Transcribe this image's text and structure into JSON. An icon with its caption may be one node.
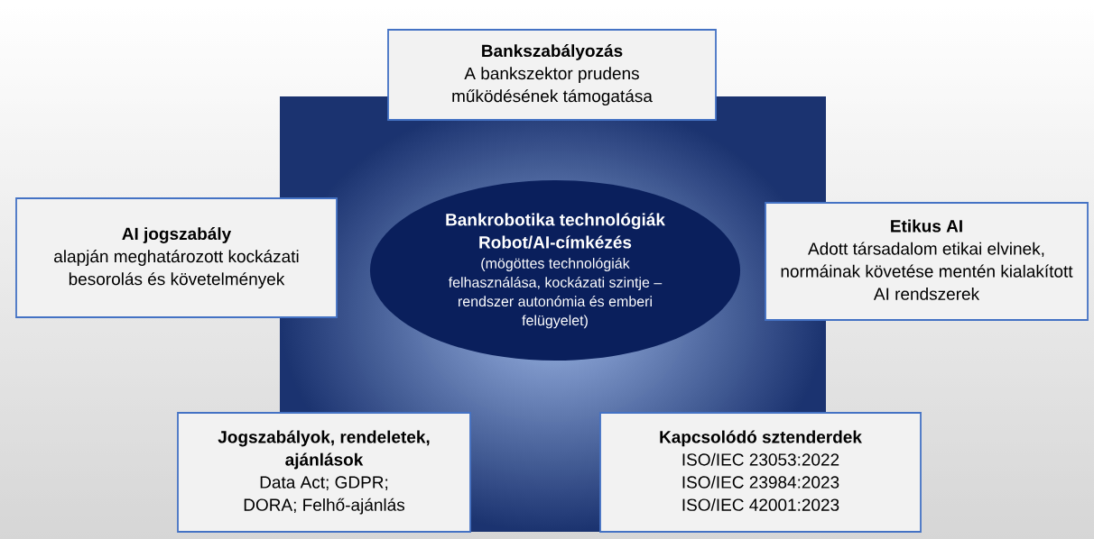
{
  "diagram": {
    "nodes": [
      {
        "text": [
          "Bankszabályozás",
          "A bankszektor prudens működésének támogatása"
        ]
      },
      {
        "text": [
          "AI jogszabály",
          "alapján meghatározott kockázati besorolás és követelmények"
        ]
      },
      {
        "text": [
          "Bankrobotika technológiák",
          "Robot/AI-címkézés",
          "(mögöttes technológiák felhasználása, kockázati szintje – rendszer autonómia és emberi felügyelet)"
        ]
      },
      {
        "text": [
          "Etikus AI",
          "Adott társadalom etikai elvinek, normáinak követése mentén kialakított AI rendszerek"
        ]
      },
      {
        "text": [
          "Jogszabályok, rendeletek, ajánlások",
          "Data Act; GDPR; DORA; Felhő-ajánlás"
        ]
      },
      {
        "text": [
          "Kapcsolódó sztenderdek",
          "ISO/IEC 23053:2022",
          "ISO/IEC 23984:2023",
          "ISO/IEC 42001:2023"
        ]
      }
    ]
  }
}
